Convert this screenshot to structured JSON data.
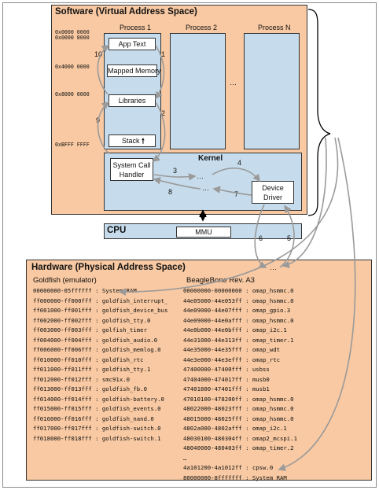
{
  "software": {
    "title": "Software (Virtual Address Space)",
    "process1": "Process 1",
    "process2": "Process 2",
    "processN": "Process N",
    "ellipsis": "…",
    "addresses": [
      "0x0000 0000",
      "0x0000 8000",
      "0x4000 0000",
      "0x8000 0000",
      "0xBFFF FFFF"
    ],
    "segments": {
      "app_text": "App Text",
      "mapped_memory": "Mapped Memory",
      "libraries": "Libraries",
      "stack": "Stack"
    },
    "kernel": {
      "title": "Kernel",
      "syscall_line1": "System Call",
      "syscall_line2": "Handler",
      "driver_line1": "Device",
      "driver_line2": "Driver",
      "ellipsis_top": "…",
      "ellipsis_mid": "…"
    },
    "arrow_numbers": [
      "1",
      "2",
      "3",
      "4",
      "7",
      "8",
      "9",
      "10"
    ]
  },
  "cpu": {
    "title": "CPU",
    "mmu": "MMU",
    "num6": "6",
    "num5": "5"
  },
  "hardware": {
    "title": "Hardware (Physical Address Space)",
    "ellipsis": "…",
    "goldfish_title": "Goldfish (emulator)",
    "beagle_title": "BeagleBone Rev. A3",
    "goldfish_rows": [
      "00000000-05ffffff : System RAM",
      "ff000000-ff000fff : goldfish_interrupt_",
      "ff001000-ff001fff : goldfish_device_bus",
      "ff002000-ff002fff : goldfish_tty.0",
      "ff003000-ff003fff : golfish_timer",
      "ff004000-ff004fff : goldfish_audio.0",
      "ff006000-ff006fff : goldfish_memlog.0",
      "ff010000-ff010fff : goldfish_rtc",
      "ff011000-ff011fff : goldfish_tty.1",
      "ff012000-ff012fff : smc91x.0",
      "ff013000-ff013fff : goldfish_fb.0",
      "ff014000-ff014fff : goldfish-battery.0",
      "ff015000-ff015fff : goldfish_events.0",
      "ff016000-ff016fff : goldfish_nand.0",
      "ff017000-ff017fff : goldfish-switch.0",
      "ff018000-ff018fff : goldfish-switch.1"
    ],
    "beagle_rows": [
      "00000000-00000000 : omap_hsmmc.0",
      "44e05000-44e053ff : omap_hsmmc.0",
      "44e09000-44e07fff : omap_gpio.3",
      "44e09000-44e0afff : omap_hsmmc.0",
      "44e0b000-44e0bfff : omap_i2c.1",
      "44e31000-44e313ff : omap_timer.1",
      "44e35000-44e35fff : omap_wdt",
      "44e3e000-44e3efff : omap_rtc",
      "47400000-47400fff : usbss",
      "47404000-474017ff : musb0",
      "47401800-47401fff : musb1",
      "47810100-478200ff : omap_hsmmc.0",
      "48022000-48023fff : omap_hsmmc.0",
      "48015000-48025fff : omap_hsmmc.0",
      "4802a000-4802afff : omap_i2c.1",
      "48030100-480304ff : omap2_mcspi.1",
      "48040000-480403ff : omap_timer.2",
      "…",
      "4a101200-4a1012ff : cpsw.0",
      "80000000-8fffffff : System RAM"
    ]
  }
}
